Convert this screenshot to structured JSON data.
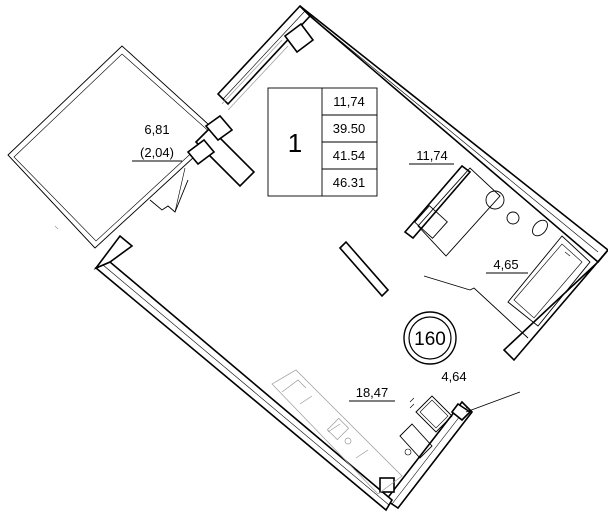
{
  "apartment": {
    "rooms_count": "1",
    "unit_number": "160",
    "summary_values": [
      "11,74",
      "39.50",
      "41.54",
      "46.31"
    ]
  },
  "rooms": {
    "balcony_area": "6,81",
    "balcony_area_reduced": "(2,04)",
    "kitchen_area": "11,74",
    "bathroom_area": "4,65",
    "hall_area": "4,64",
    "living_area": "18,47"
  },
  "colors": {
    "line": "#000000",
    "background": "#ffffff"
  }
}
